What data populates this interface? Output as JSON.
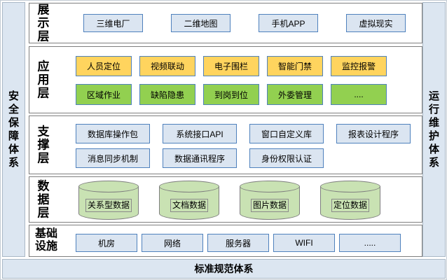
{
  "pillars": {
    "left": "安全保障体系",
    "right": "运行维护体系",
    "bottom": "标准规范体系"
  },
  "layers": [
    {
      "id": "presentation",
      "label": "展示层",
      "rows": [
        {
          "style": "blue",
          "items": [
            "三维电厂",
            "二维地图",
            "手机APP",
            "虚拟现实"
          ]
        }
      ]
    },
    {
      "id": "application",
      "label": "应用层",
      "rows": [
        {
          "style": "yellow",
          "items": [
            "人员定位",
            "视频联动",
            "电子围栏",
            "智能门禁",
            "监控报警"
          ]
        },
        {
          "style": "green",
          "items": [
            "区域作业",
            "缺陷隐患",
            "到岗到位",
            "外委管理",
            "...."
          ]
        }
      ]
    },
    {
      "id": "support",
      "label": "支撑层",
      "rows": [
        {
          "style": "blue",
          "items": [
            "数据库操作包",
            "系统接口API",
            "窗口自定义库",
            "报表设计程序"
          ]
        },
        {
          "style": "blue",
          "items": [
            "消息同步机制",
            "数据通讯程序",
            "身份权限认证"
          ]
        }
      ]
    },
    {
      "id": "data",
      "label": "数据层",
      "rows": [
        {
          "style": "cyl",
          "items": [
            "关系型数据",
            "文档数据",
            "图片数据",
            "定位数据"
          ]
        }
      ]
    },
    {
      "id": "infrastructure",
      "label": "基础设施",
      "rows": [
        {
          "style": "blue",
          "items": [
            "机房",
            "网络",
            "服务器",
            "WIFI",
            "....."
          ]
        }
      ]
    }
  ],
  "colors": {
    "strip_bg": "#dce6f1",
    "chip_blue": "#dbe5f1",
    "chip_yellow": "#ffd45e",
    "chip_green": "#92d050",
    "cylinder_green": "#c9e2b3",
    "chip_border": "#4f81bd"
  }
}
